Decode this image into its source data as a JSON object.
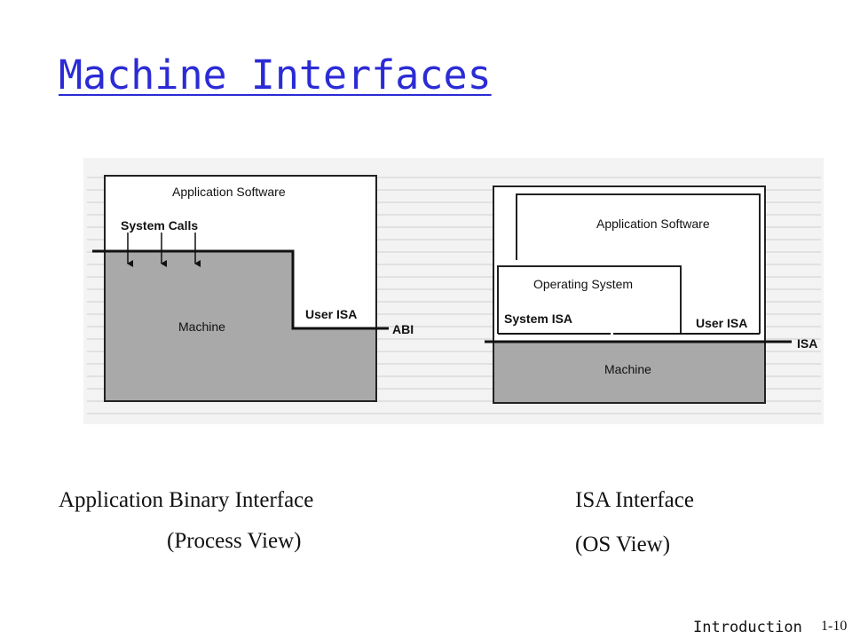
{
  "slide": {
    "title": "Machine Interfaces",
    "footer_left": "Introduction",
    "footer_right": "1-10"
  },
  "diagram_left": {
    "app_label": "Application Software",
    "calls_label": "System Calls",
    "machine_label": "Machine",
    "user_isa_label": "User ISA",
    "interface_label": "ABI"
  },
  "diagram_right": {
    "app_label": "Application Software",
    "os_label": "Operating System",
    "system_isa_label": "System ISA",
    "user_isa_label": "User ISA",
    "machine_label": "Machine",
    "interface_label": "ISA"
  },
  "captions": {
    "left_line1": "Application Binary Interface",
    "left_line2": "(Process View)",
    "right_line1": "ISA Interface",
    "right_line2": "(OS View)"
  },
  "colors": {
    "title": "#2b2bd6",
    "machine_fill": "#a9a9a9",
    "scan_background": "#f2f2f2"
  }
}
